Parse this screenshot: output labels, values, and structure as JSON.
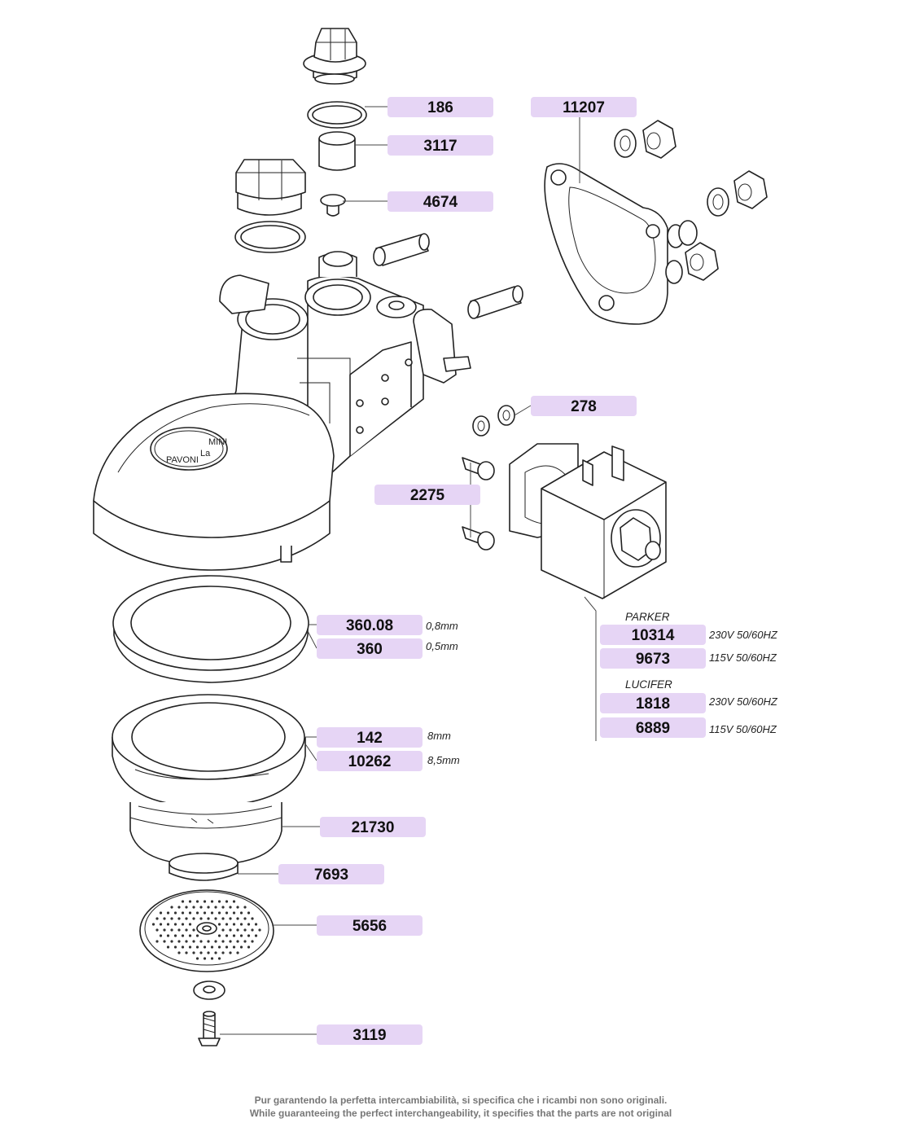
{
  "parts": [
    {
      "id": "p186",
      "code": "186"
    },
    {
      "id": "p3117",
      "code": "3117"
    },
    {
      "id": "p4674",
      "code": "4674"
    },
    {
      "id": "p11207",
      "code": "11207"
    },
    {
      "id": "p278",
      "code": "278"
    },
    {
      "id": "p2275",
      "code": "2275"
    },
    {
      "id": "p36008",
      "code": "360.08",
      "spec": "0,8mm"
    },
    {
      "id": "p360",
      "code": "360",
      "spec": "0,5mm"
    },
    {
      "id": "p10314",
      "code": "10314",
      "spec": "230V 50/60HZ"
    },
    {
      "id": "p9673",
      "code": "9673",
      "spec": "115V 50/60HZ"
    },
    {
      "id": "p1818",
      "code": "1818",
      "spec": "230V 50/60HZ"
    },
    {
      "id": "p6889",
      "code": "6889",
      "spec": "115V 50/60HZ"
    },
    {
      "id": "p142",
      "code": "142",
      "spec": "8mm"
    },
    {
      "id": "p10262",
      "code": "10262",
      "spec": "8,5mm"
    },
    {
      "id": "p21730",
      "code": "21730"
    },
    {
      "id": "p7693",
      "code": "7693"
    },
    {
      "id": "p5656",
      "code": "5656"
    },
    {
      "id": "p3119",
      "code": "3119"
    }
  ],
  "groups": {
    "parker": "PARKER",
    "lucifer": "LUCIFER"
  },
  "logo": {
    "la": "La",
    "brand": "PAVONI",
    "mini": "MINI"
  },
  "disclaimer": {
    "it": "Pur garantendo la perfetta intercambiabilità, si specifica che i ricambi non sono originali.",
    "en": "While guaranteeing the perfect interchangeability, it specifies that the parts are not original"
  },
  "colors": {
    "label_fill": "#e6d5f5",
    "line": "#222222",
    "footer_text": "#777777"
  }
}
